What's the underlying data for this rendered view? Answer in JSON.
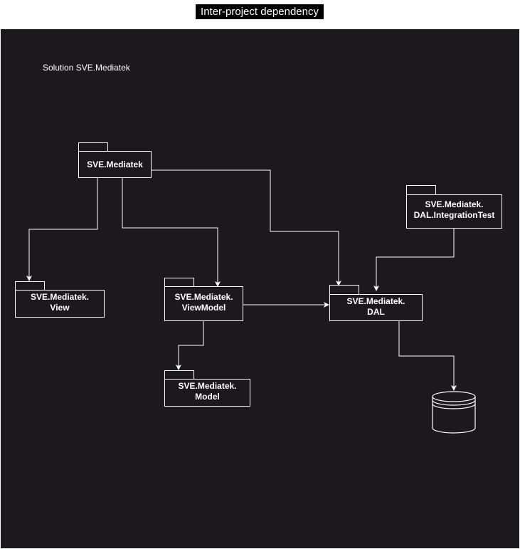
{
  "title": "Inter-project dependency",
  "colors": {
    "canvas_background": "#1b181e",
    "stroke": "#ffffff",
    "text": "#ffffff"
  },
  "diagram": {
    "solution_label": "Solution SVE.Mediatek",
    "packages": {
      "mediatek": {
        "lines": [
          "SVE.Mediatek"
        ]
      },
      "view": {
        "lines": [
          "SVE.Mediatek.",
          "View"
        ]
      },
      "viewmodel": {
        "lines": [
          "SVE.Mediatek.",
          "ViewModel"
        ]
      },
      "model": {
        "lines": [
          "SVE.Mediatek.",
          "Model"
        ]
      },
      "dal": {
        "lines": [
          "SVE.Mediatek.",
          "DAL"
        ]
      },
      "integration_test": {
        "lines": [
          "SVE.Mediatek.",
          "DAL.IntegrationTest"
        ]
      }
    },
    "database_icon": "database-cylinder-icon",
    "dependencies": [
      {
        "from": "SVE.Mediatek",
        "to": "SVE.Mediatek.View"
      },
      {
        "from": "SVE.Mediatek",
        "to": "SVE.Mediatek.ViewModel"
      },
      {
        "from": "SVE.Mediatek",
        "to": "SVE.Mediatek.DAL"
      },
      {
        "from": "SVE.Mediatek.ViewModel",
        "to": "SVE.Mediatek.DAL"
      },
      {
        "from": "SVE.Mediatek.ViewModel",
        "to": "SVE.Mediatek.Model"
      },
      {
        "from": "SVE.Mediatek.DAL.IntegrationTest",
        "to": "SVE.Mediatek.DAL"
      },
      {
        "from": "SVE.Mediatek.DAL",
        "to": "database"
      }
    ]
  }
}
